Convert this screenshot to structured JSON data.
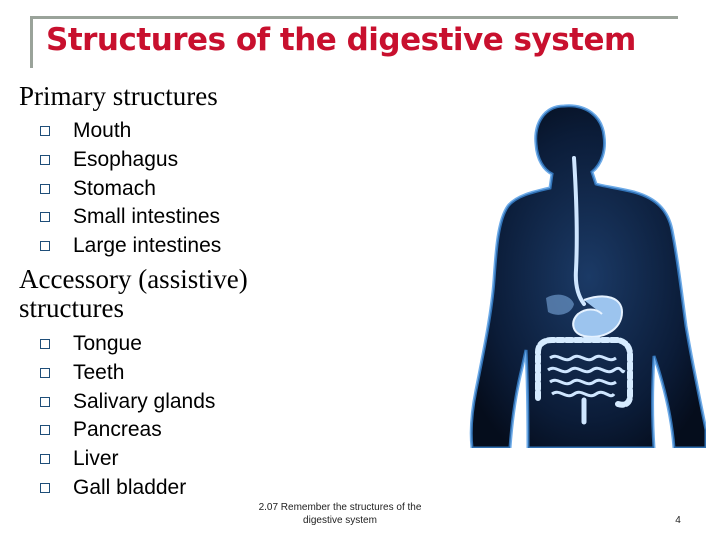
{
  "title": "Structures of the digestive system",
  "primary": {
    "heading": "Primary structures",
    "items": [
      "Mouth",
      "Esophagus",
      "Stomach",
      "Small intestines",
      "Large intestines"
    ]
  },
  "accessory": {
    "heading_line1": "Accessory (assistive)",
    "heading_line2": "structures",
    "items": [
      "Tongue",
      "Teeth",
      "Salivary glands",
      "Pancreas",
      "Liver",
      "Gall bladder"
    ]
  },
  "footer": {
    "line1": "2.07 Remember the structures of the",
    "line2": "digestive system",
    "page_number": "4"
  },
  "image": {
    "icon": "digestive-system-illustration",
    "body_color": "#0a1a33",
    "glow_color": "#3d8fe0",
    "organ_color": "#cfe6ff"
  },
  "colors": {
    "title": "#c8102e",
    "bullet": "#1f4e79"
  }
}
